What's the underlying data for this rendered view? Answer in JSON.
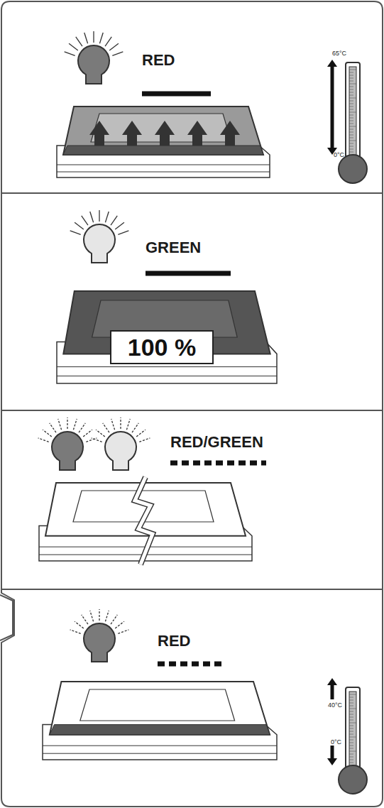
{
  "diagram": {
    "nodes": [
      {
        "text": [
          "RED"
        ]
      },
      {
        "text": [
          "GREEN"
        ]
      },
      {
        "text": [
          "100 %"
        ],
        "in": 1
      },
      {
        "text": [
          "RED/GREEN"
        ]
      },
      {
        "text": [
          "RED"
        ]
      }
    ],
    "labels": [
      "65°C",
      "0°C",
      "40°C",
      "0°C"
    ]
  }
}
